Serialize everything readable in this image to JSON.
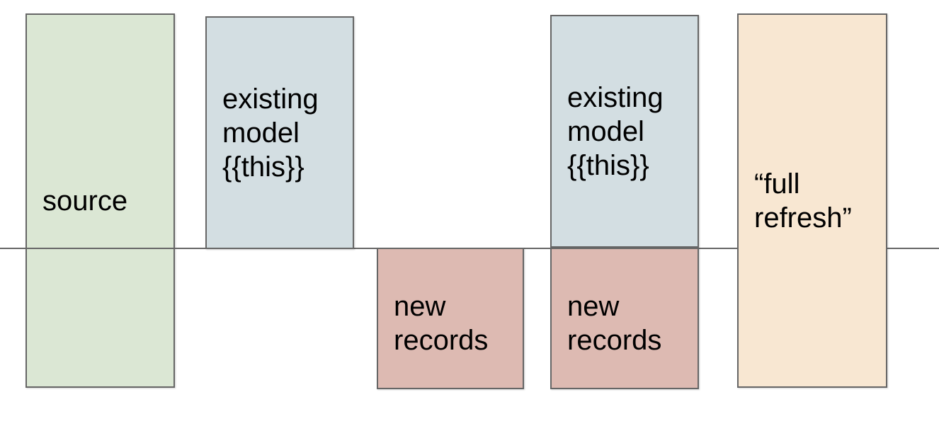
{
  "diagram": {
    "background_color": "#ffffff",
    "line_color": "#666666",
    "border_color": "#666666",
    "text_color": "#000000",
    "boxes": [
      {
        "name": "source",
        "label": "source",
        "fill": "#dbe7d4"
      },
      {
        "name": "existing-model-left",
        "label": "existing\nmodel\n{{this}}",
        "fill": "#d3dee2"
      },
      {
        "name": "new-records-left",
        "label": "new\nrecords",
        "fill": "#ddbab2"
      },
      {
        "name": "existing-model-right",
        "label": "existing\nmodel\n{{this}}",
        "fill": "#d3dee2"
      },
      {
        "name": "new-records-right",
        "label": "new\nrecords",
        "fill": "#ddbab2"
      },
      {
        "name": "full-refresh",
        "label": "“full\nrefresh”",
        "fill": "#f8e7d2"
      }
    ]
  }
}
